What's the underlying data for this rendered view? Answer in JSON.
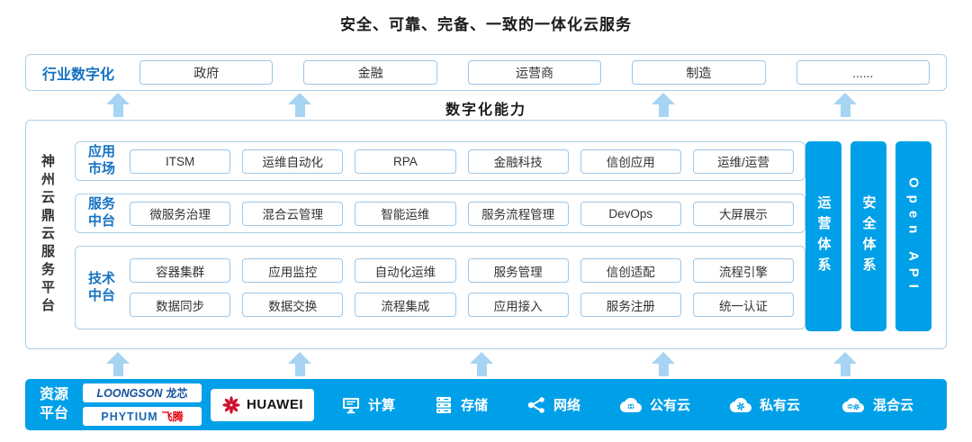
{
  "title": "安全、可靠、完备、一致的一体化云服务",
  "industry": {
    "label": "行业数字化",
    "items": [
      "政府",
      "金融",
      "运营商",
      "制造",
      "......"
    ]
  },
  "capability_label": "数字化能力",
  "platform": {
    "side_label": "神州云鼎云服务平台",
    "app_row": {
      "label": "应用市场",
      "items": [
        "ITSM",
        "运维自动化",
        "RPA",
        "金融科技",
        "信创应用",
        "运维/运营"
      ]
    },
    "service_row": {
      "label": "服务中台",
      "items": [
        "微服务治理",
        "混合云管理",
        "智能运维",
        "服务流程管理",
        "DevOps",
        "大屏展示"
      ]
    },
    "tech_row": {
      "label": "技术中台",
      "row1": [
        "容器集群",
        "应用监控",
        "自动化运维",
        "服务管理",
        "信创适配",
        "流程引擎"
      ],
      "row2": [
        "数据同步",
        "数据交换",
        "流程集成",
        "应用接入",
        "服务注册",
        "统一认证"
      ]
    },
    "bars": [
      "运营体系",
      "安全体系",
      "Open API"
    ]
  },
  "resources": {
    "label": "资源平台",
    "vendors": {
      "loongson": {
        "en": "LOONGSON",
        "cn": "龙芯"
      },
      "phytium": {
        "en": "PHYTIUM",
        "cn": "飞腾"
      },
      "huawei": {
        "name": "HUAWEI",
        "icon": "huawei-flower-icon"
      }
    },
    "items": [
      {
        "label": "计算",
        "icon": "computing-icon"
      },
      {
        "label": "存储",
        "icon": "storage-icon"
      },
      {
        "label": "网络",
        "icon": "network-icon"
      },
      {
        "label": "公有云",
        "icon": "public-cloud-icon"
      },
      {
        "label": "私有云",
        "icon": "private-cloud-icon"
      },
      {
        "label": "混合云",
        "icon": "hybrid-cloud-icon"
      }
    ]
  },
  "colors": {
    "accent_blue": "#00A0E9",
    "label_blue": "#1673C1",
    "arrow_blue": "#A6D4F2",
    "border_blue": "#A9CFEA",
    "huawei_red": "#CE0E2D"
  }
}
